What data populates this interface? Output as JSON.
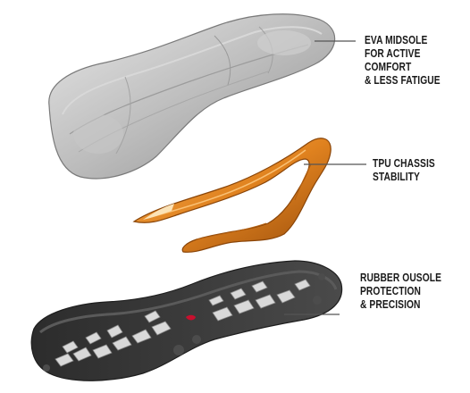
{
  "colors": {
    "midsole": "#b9b9b9",
    "chassis": "#e0821f",
    "outsole": "#3d3d3d",
    "lug_highlight": "#d9d9d9",
    "accent_red": "#c8102e",
    "leader_line": "#555555"
  },
  "callouts": [
    {
      "id": "eva-midsole",
      "lines": [
        "EVA MIDSOLE",
        "FOR ACTIVE",
        "COMFORT",
        "& LESS FATIGUE"
      ]
    },
    {
      "id": "tpu-chassis",
      "lines": [
        "TPU CHASSIS",
        "STABILITY"
      ]
    },
    {
      "id": "rubber-outsole",
      "lines": [
        "RUBBER OUSOLE",
        "PROTECTION",
        "& PRECISION"
      ]
    }
  ]
}
